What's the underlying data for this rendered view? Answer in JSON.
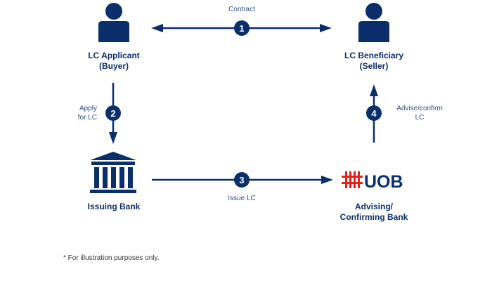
{
  "colors": {
    "navy": "#0b2f6b",
    "text_blue": "#2f4f7f",
    "uob_red": "#e2231a"
  },
  "nodes": {
    "applicant": {
      "line1": "LC Applicant",
      "line2": "(Buyer)",
      "icon": "person-icon"
    },
    "beneficiary": {
      "line1": "LC Beneficiary",
      "line2": "(Seller)",
      "icon": "person-icon"
    },
    "issuing_bank": {
      "line1": "Issuing Bank",
      "icon": "bank-building-icon"
    },
    "advising_bank": {
      "line1": "Advising/",
      "line2": "Confirming Bank",
      "logo_text": "UOB",
      "icon": "uob-logo"
    }
  },
  "steps": [
    {
      "number": "1",
      "label": "Contract"
    },
    {
      "number": "2",
      "label_line1": "Apply",
      "label_line2": "for LC"
    },
    {
      "number": "3",
      "label": "Issue LC"
    },
    {
      "number": "4",
      "label_line1": "Advise/confirm",
      "label_line2": "LC"
    }
  ],
  "footnote": "* For illustration purposes only."
}
